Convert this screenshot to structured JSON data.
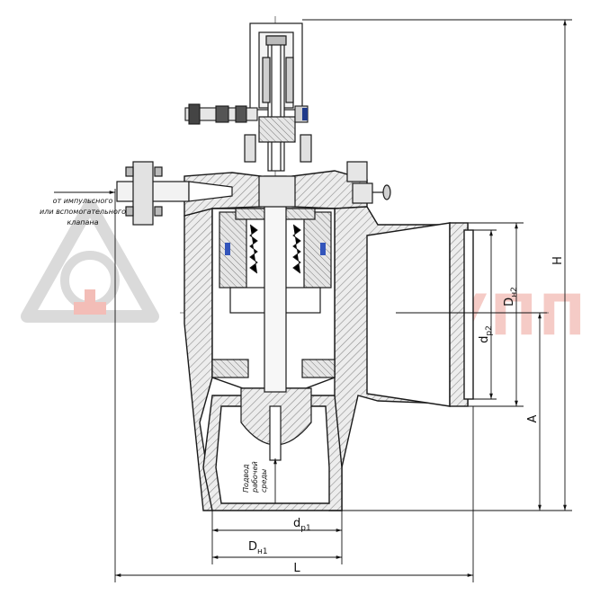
{
  "watermark": {
    "text": "ПКИ-ГРУПП",
    "color": "#f2b6b0",
    "logo_color": "#d9d9d9"
  },
  "inlet_note": {
    "line1": "от импульсного",
    "line2": "или вспомогательного",
    "line3": "клапана"
  },
  "media_note": {
    "line1": "Подвод",
    "line2": "рабочей",
    "line3": "среды"
  },
  "dimensions": {
    "H": "H",
    "A": "A",
    "L": "L",
    "dp1": "d",
    "dp1_sub": "р1",
    "Dn1": "D",
    "Dn1_sub": "н1",
    "dp2": "d",
    "dp2_sub": "р2",
    "Dn2": "D",
    "Dn2_sub": "н2"
  },
  "colors": {
    "line": "#1a1a1a",
    "hatch": "#9a9a9a",
    "bolt_accent": "#1f3a8a",
    "spring_accent": "#3355bb"
  }
}
